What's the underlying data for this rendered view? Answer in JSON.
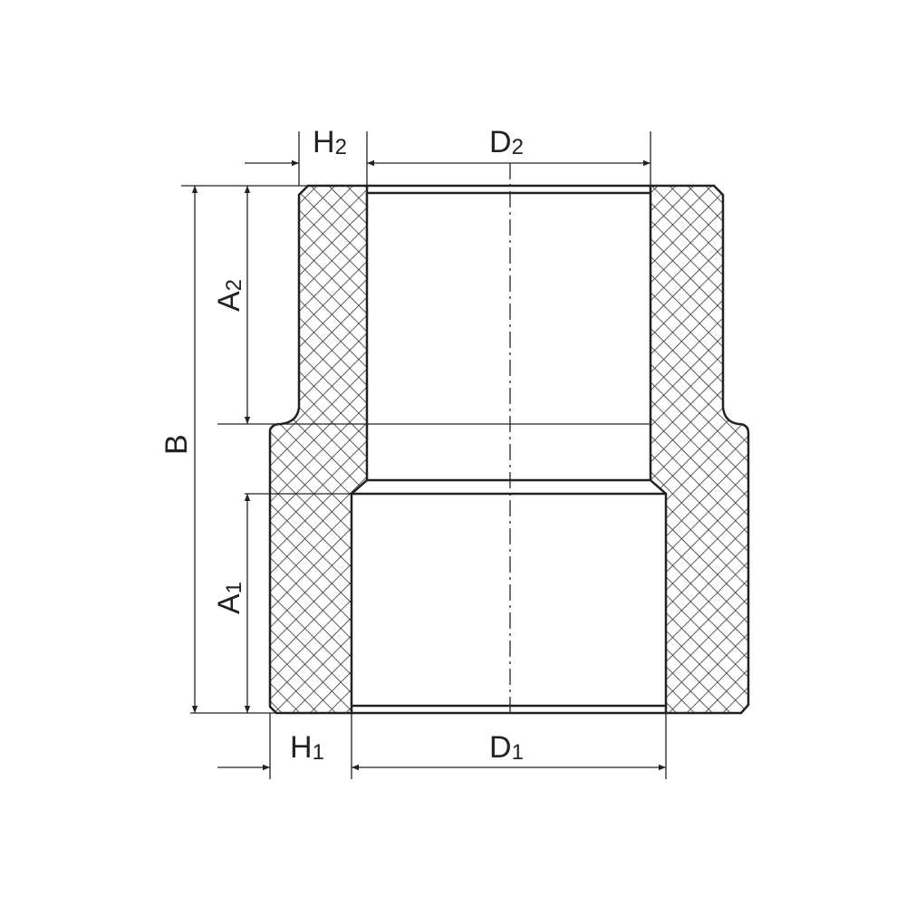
{
  "labels": {
    "H2": {
      "main": "H",
      "sub": "2"
    },
    "D2": {
      "main": "D",
      "sub": "2"
    },
    "H1": {
      "main": "H",
      "sub": "1"
    },
    "D1": {
      "main": "D",
      "sub": "1"
    },
    "A2": {
      "main": "A",
      "sub": "2"
    },
    "A1": {
      "main": "A",
      "sub": "1"
    },
    "B": {
      "main": "B"
    }
  },
  "colors": {
    "line": "#222222",
    "hatch": "#333333",
    "background": "#ffffff"
  }
}
